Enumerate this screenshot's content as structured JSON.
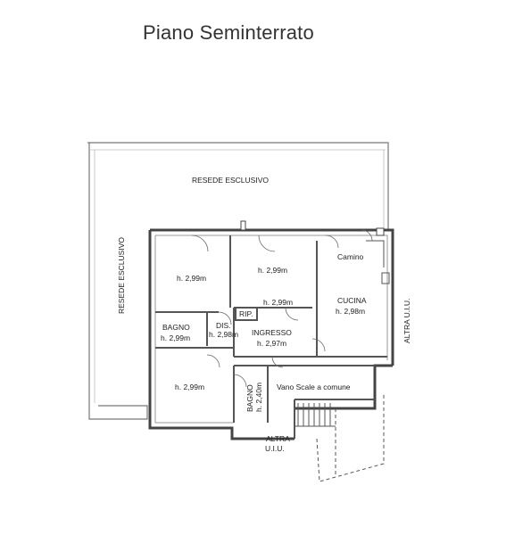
{
  "title": "Piano Seminterrato",
  "labels": {
    "resede_top": "RESEDE   ESCLUSIVO",
    "resede_left": "RESEDE   ESCLUSIVO",
    "altra_right": "ALTRA U.I.U.",
    "camino": "Camino",
    "room1_h": "h. 2,99m",
    "room2_h": "h. 2,99m",
    "room2b_h": "h. 2,99m",
    "rip": "RIP.",
    "cucina": "CUCINA",
    "cucina_h": "h. 2,98m",
    "bagno1": "BAGNO",
    "bagno1_h": "h. 2,99m",
    "dis": "DIS.",
    "dis_h": "h. 2,98m",
    "ingresso": "INGRESSO",
    "ingresso_h": "h. 2,97m",
    "room3_h": "h. 2,99m",
    "bagno2": "BAGNO",
    "bagno2_h": "h. 2,40m",
    "vano_scale": "Vano Scale a comune",
    "altra_bottom_1": "ALTRA",
    "altra_bottom_2": "U.I.U."
  }
}
